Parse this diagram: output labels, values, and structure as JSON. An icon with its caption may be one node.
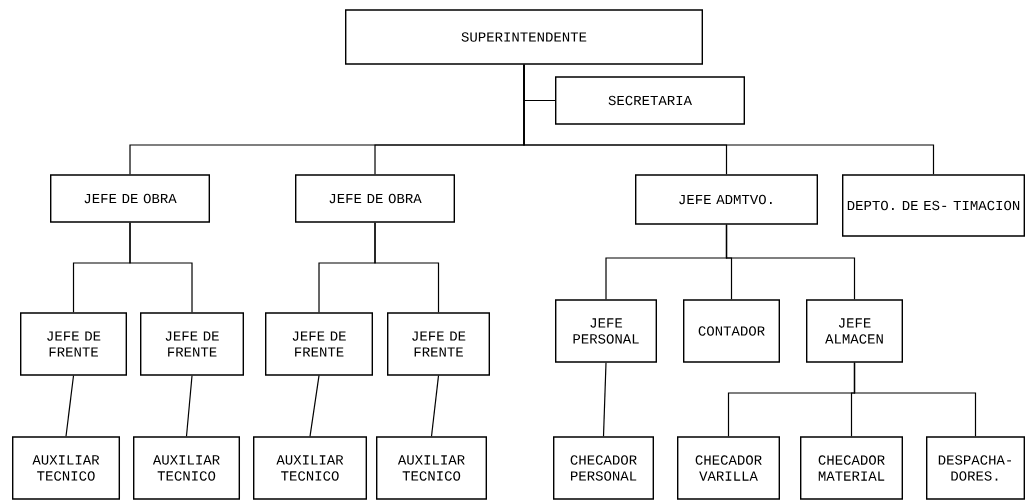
{
  "diagram": {
    "nodes": [
      {
        "text": [
          "SUPERINTENDENTE"
        ]
      },
      {
        "text": [
          "SECRETARIA"
        ]
      },
      {
        "text": [
          "JEFE DE OBRA"
        ]
      },
      {
        "text": [
          "JEFE DE OBRA"
        ]
      },
      {
        "text": [
          "JEFE ADMTVO."
        ]
      },
      {
        "text": [
          "DEPTO. DE ES- TIMACION"
        ]
      },
      {
        "text": [
          "JEFE DE FRENTE"
        ]
      },
      {
        "text": [
          "JEFE DE FRENTE"
        ]
      },
      {
        "text": [
          "JEFE DE FRENTE"
        ]
      },
      {
        "text": [
          "JEFE DE FRENTE"
        ]
      },
      {
        "text": [
          "JEFE PERSONAL"
        ]
      },
      {
        "text": [
          "CONTADOR"
        ]
      },
      {
        "text": [
          "JEFE ALMACEN"
        ]
      },
      {
        "text": [
          "AUXILIAR TECNICO"
        ]
      },
      {
        "text": [
          "AUXILIAR TECNICO"
        ]
      },
      {
        "text": [
          "AUXILIAR TECNICO"
        ]
      },
      {
        "text": [
          "AUXILIAR TECNICO"
        ]
      },
      {
        "text": [
          "CHECADOR PERSONAL"
        ]
      },
      {
        "text": [
          "CHECADOR VARILLA"
        ]
      },
      {
        "text": [
          "CHECADOR MATERIAL"
        ]
      },
      {
        "text": [
          "DESPACHA- DORES."
        ]
      }
    ],
    "edges": [
      {
        "from": 0,
        "to": 1,
        "arrow": "none"
      },
      {
        "from": 0,
        "to": 2,
        "arrow": "none"
      },
      {
        "from": 0,
        "to": 3,
        "arrow": "none"
      },
      {
        "from": 0,
        "to": 4,
        "arrow": "none"
      },
      {
        "from": 0,
        "to": 5,
        "arrow": "none"
      },
      {
        "from": 2,
        "to": 6,
        "arrow": "none"
      },
      {
        "from": 2,
        "to": 7,
        "arrow": "none"
      },
      {
        "from": 3,
        "to": 8,
        "arrow": "none"
      },
      {
        "from": 3,
        "to": 9,
        "arrow": "none"
      },
      {
        "from": 4,
        "to": 10,
        "arrow": "none"
      },
      {
        "from": 4,
        "to": 11,
        "arrow": "none"
      },
      {
        "from": 4,
        "to": 12,
        "arrow": "none"
      },
      {
        "from": 6,
        "to": 13,
        "arrow": "none"
      },
      {
        "from": 7,
        "to": 14,
        "arrow": "none"
      },
      {
        "from": 8,
        "to": 15,
        "arrow": "none"
      },
      {
        "from": 9,
        "to": 16,
        "arrow": "none"
      },
      {
        "from": 10,
        "to": 17,
        "arrow": "none"
      },
      {
        "from": 12,
        "to": 18,
        "arrow": "none"
      },
      {
        "from": 12,
        "to": 19,
        "arrow": "none"
      },
      {
        "from": 12,
        "to": 20,
        "arrow": "none"
      }
    ]
  }
}
